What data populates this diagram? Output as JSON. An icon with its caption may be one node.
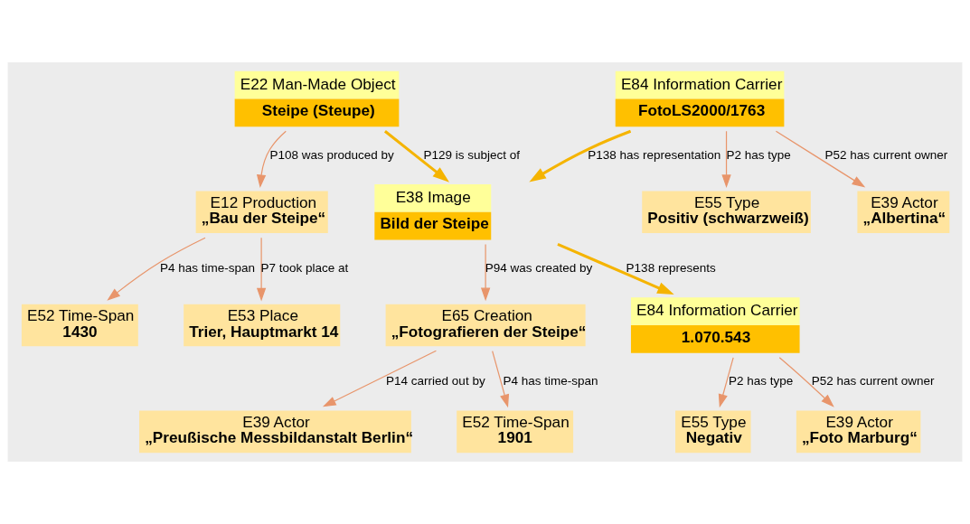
{
  "diagram": {
    "nodes": [
      {
        "text": [
          "E22 Man-Made Object",
          "Steipe (Steupe)"
        ]
      },
      {
        "text": [
          "E84 Information Carrier",
          "FotoLS2000/1763"
        ]
      },
      {
        "text": [
          "E12 Production",
          "„Bau der Steipe“"
        ]
      },
      {
        "text": [
          "E55 Type",
          "Positiv (schwarzweiß)"
        ]
      },
      {
        "text": [
          "E39 Actor",
          "„Albertina“"
        ]
      },
      {
        "text": [
          "E52 Time-Span",
          "1430"
        ]
      },
      {
        "text": [
          "E38 Image",
          "Bild der Steipe"
        ]
      },
      {
        "text": [
          "E53 Place",
          "Trier, Hauptmarkt 14"
        ]
      },
      {
        "text": [
          "E65 Creation",
          "„Fotografieren der Steipe“"
        ]
      },
      {
        "text": [
          "E84 Information Carrier",
          "1.070.543"
        ]
      },
      {
        "text": [
          "E39 Actor",
          "„Preußische Messbildanstalt Berlin“"
        ]
      },
      {
        "text": [
          "E55 Type",
          "Negativ"
        ]
      },
      {
        "text": [
          "E52 Time-Span",
          "1901"
        ]
      },
      {
        "text": [
          "E39 Actor",
          "„Foto Marburg“"
        ]
      }
    ],
    "edges": [
      {
        "from": 0,
        "to": 2,
        "arrow": "to",
        "label": "P108 was produced by"
      },
      {
        "from": 0,
        "to": 6,
        "arrow": "to",
        "label": "P129 is subject of",
        "style": "thick",
        "color": "#f5b400"
      },
      {
        "from": 1,
        "to": 6,
        "arrow": "to",
        "label": "P138 has representation",
        "style": "thick",
        "color": "#f5b400"
      },
      {
        "from": 1,
        "to": 3,
        "arrow": "to",
        "label": "P2 has type"
      },
      {
        "from": 1,
        "to": 4,
        "arrow": "to",
        "label": "P52 has current owner"
      },
      {
        "from": 2,
        "to": 5,
        "arrow": "to",
        "label": "P4 has time-span"
      },
      {
        "from": 2,
        "to": 7,
        "arrow": "to",
        "label": "P7 took place at"
      },
      {
        "from": 6,
        "to": 8,
        "arrow": "to",
        "label": "P94 was created by"
      },
      {
        "from": 6,
        "to": 9,
        "arrow": "to",
        "label": "P138 represents",
        "style": "thick",
        "color": "#f5b400"
      },
      {
        "from": 8,
        "to": 10,
        "arrow": "to",
        "label": "P14 carried out by"
      },
      {
        "from": 8,
        "to": 12,
        "arrow": "to",
        "label": "P4 has time-span"
      },
      {
        "from": 9,
        "to": 11,
        "arrow": "to",
        "label": "P2 has type"
      },
      {
        "from": 9,
        "to": 13,
        "arrow": "to",
        "label": "P52 has current owner"
      }
    ]
  }
}
